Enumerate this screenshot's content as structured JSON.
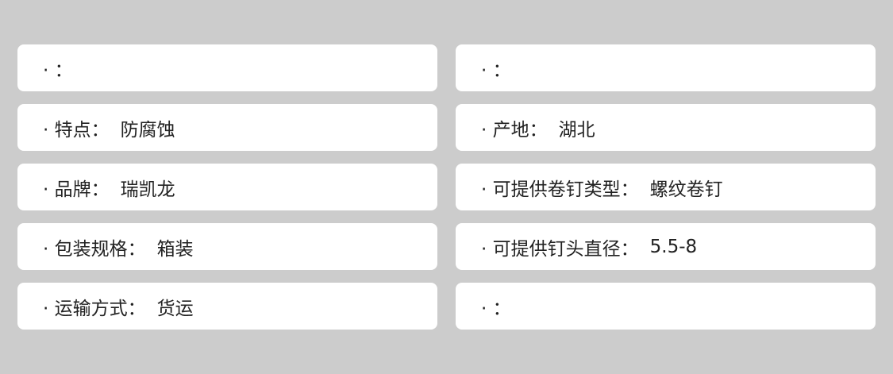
{
  "items": [
    {
      "label": "· ：",
      "value": ""
    },
    {
      "label": "· ：",
      "value": ""
    },
    {
      "label": "· 特点：",
      "value": "防腐蚀"
    },
    {
      "label": "· 产地：",
      "value": "湖北"
    },
    {
      "label": "· 品牌：",
      "value": "瑞凯龙"
    },
    {
      "label": "· 可提供卷钉类型：",
      "value": "螺纹卷钉"
    },
    {
      "label": "· 包装规格：",
      "value": "箱装"
    },
    {
      "label": "· 可提供钉头直径：",
      "value": "5.5-8"
    },
    {
      "label": "· 运输方式：",
      "value": "货运"
    },
    {
      "label": "· ：",
      "value": ""
    }
  ]
}
